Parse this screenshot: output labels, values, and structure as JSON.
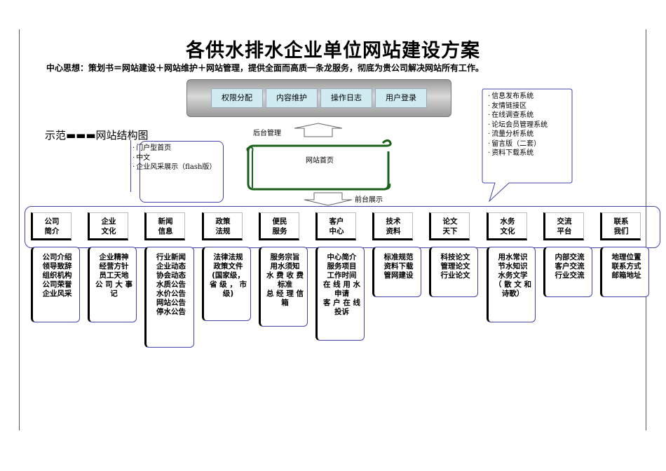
{
  "title": "各供水排水企业单位网站建设方案",
  "subtitle": "中心思想：策划书＝网站建设＋网站维护＋网站管理，提供全面而高质一条龙服务，彻底为贵公司解决网站所有工作。",
  "backend": {
    "buttons": [
      "权限分配",
      "内容维护",
      "操作日志",
      "用户登录"
    ],
    "label": "后台管理"
  },
  "systems_list": [
    "信息发布系统",
    "友情链接区",
    "在线调查系统",
    "论坛会员管理系统",
    "流量分析系统",
    "留言版（二套）",
    "资料下载系统"
  ],
  "sample_title": "示范▬▬▬网站结构图",
  "homepage_options": [
    "门户型首页",
    "中文",
    "企业风采展示（flash版）"
  ],
  "homepage_scroll_label": "网站首页",
  "frontend_label": "前台展示",
  "categories": [
    {
      "name": [
        "公司",
        "简介"
      ],
      "items": [
        "公司介绍",
        "领导致辞",
        "组织机构",
        "公司荣誉",
        "企业风采"
      ]
    },
    {
      "name": [
        "企业",
        "文化"
      ],
      "items": [
        "企业精神",
        "经营方针",
        "员工天地",
        "公 司 大 事",
        "记"
      ]
    },
    {
      "name": [
        "新闻",
        "信息"
      ],
      "items": [
        "行业新闻",
        "企业动态",
        "协会动态",
        "水质公告",
        "水价公告",
        "网站公告",
        "停水公告"
      ]
    },
    {
      "name": [
        "政策",
        "法规"
      ],
      "items": [
        "法律法规",
        "政策文件",
        "(国家级，",
        "省 级 ， 市",
        "级)"
      ]
    },
    {
      "name": [
        "便民",
        "服务"
      ],
      "items": [
        "服务宗旨",
        "用水须知",
        "水 费 收 费",
        "标准",
        "总 经 理 信",
        "箱"
      ]
    },
    {
      "name": [
        "客户",
        "中心"
      ],
      "items": [
        "中心简介",
        "服务项目",
        "工作时间",
        "在 线 用 水",
        "申请",
        "客 户 在 线",
        "投诉"
      ]
    },
    {
      "name": [
        "技术",
        "资料"
      ],
      "items": [
        "标准规范",
        "资料下载",
        "管网建设"
      ]
    },
    {
      "name": [
        "论文",
        "天下"
      ],
      "items": [
        "科技论文",
        "管理论文",
        "行业论文"
      ]
    },
    {
      "name": [
        "水务",
        "文化"
      ],
      "items": [
        "用水常识",
        "节水知识",
        "水务文学",
        "（ 散 文 和",
        "诗歌）"
      ]
    },
    {
      "name": [
        "交流",
        "平台"
      ],
      "items": [
        "内部交流",
        "客户交流",
        "行业交流"
      ]
    },
    {
      "name": [
        "联系",
        "我们"
      ],
      "items": [
        "地理位置",
        "联系方式",
        "邮箱地址"
      ]
    }
  ]
}
